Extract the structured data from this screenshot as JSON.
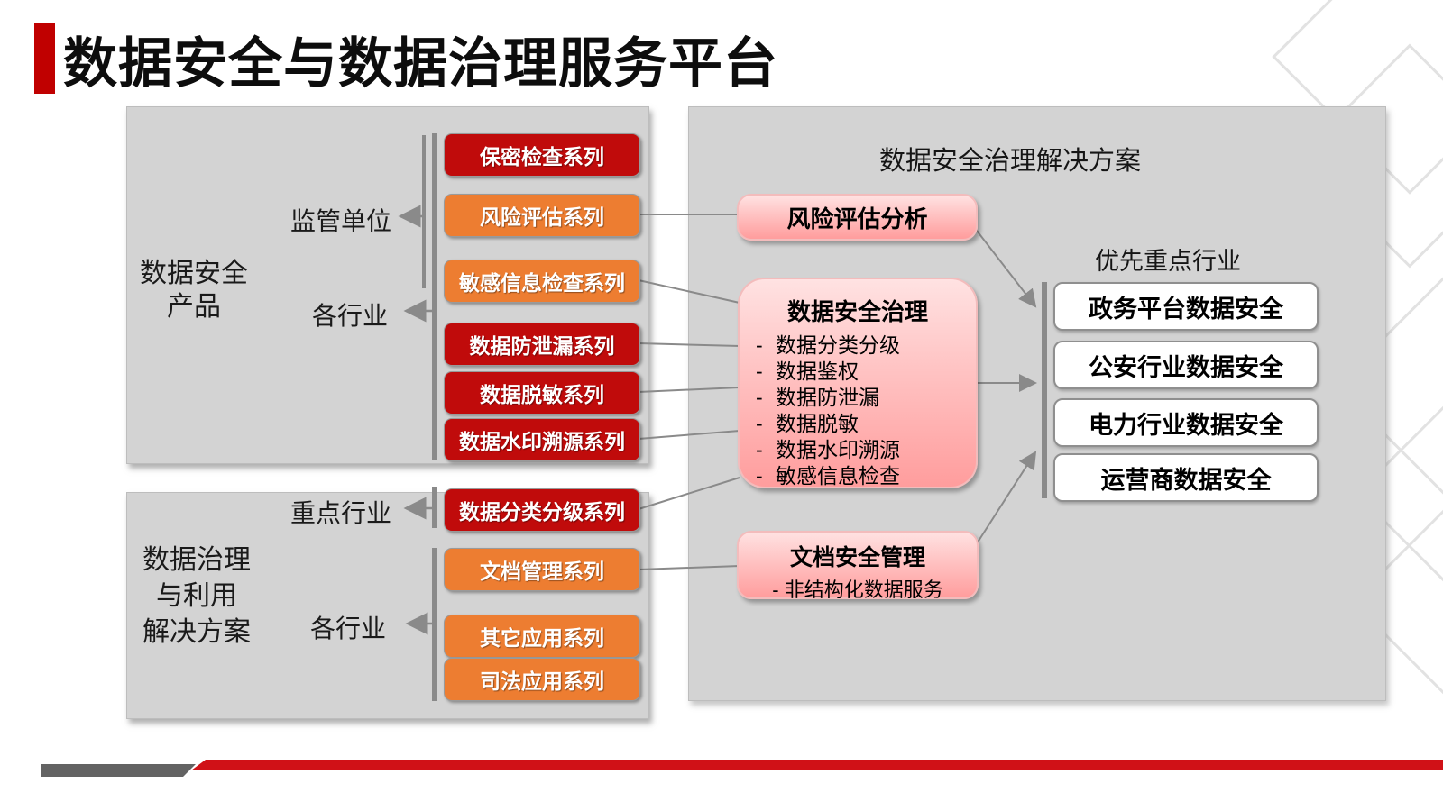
{
  "page": {
    "title": "数据安全与数据治理服务平台"
  },
  "colors": {
    "series_red": "#C00B0B",
    "series_orange": "#ED7D31",
    "panel_gray": "#D3D3D3",
    "pink_gradient_top": "#FFE2E2",
    "pink_gradient_bottom": "#FF9D9D",
    "footer_red": "#D01117",
    "footer_gray": "#636363",
    "title_bar_red": "#C00000"
  },
  "security_products_panel": {
    "label_line1": "数据安全",
    "label_line2": "产品",
    "tag_regulators": "监管单位",
    "tag_industries": "各行业",
    "buttons": [
      {
        "label": "保密检查系列",
        "color": "red"
      },
      {
        "label": "风险评估系列",
        "color": "orange"
      },
      {
        "label": "敏感信息检查系列",
        "color": "orange"
      },
      {
        "label": "数据防泄漏系列",
        "color": "red"
      },
      {
        "label": "数据脱敏系列",
        "color": "red"
      },
      {
        "label": "数据水印溯源系列",
        "color": "red"
      }
    ]
  },
  "governance_panel": {
    "label_line1": "数据治理",
    "label_line2": "与利用",
    "label_line3": "解决方案",
    "tag_key_industries": "重点行业",
    "tag_industries": "各行业",
    "buttons": [
      {
        "label": "数据分类分级系列",
        "color": "red"
      },
      {
        "label": "文档管理系列",
        "color": "orange"
      },
      {
        "label": "其它应用系列",
        "color": "orange"
      },
      {
        "label": "司法应用系列",
        "color": "orange"
      }
    ]
  },
  "solution_panel": {
    "title": "数据安全治理解决方案",
    "risk_analysis_box": {
      "label": "风险评估分析"
    },
    "data_governance_box": {
      "title": "数据安全治理",
      "bullet": "-",
      "items": [
        "数据分类分级",
        "数据鉴权",
        "数据防泄漏",
        "数据脱敏",
        "数据水印溯源",
        "敏感信息检查"
      ]
    },
    "document_security_box": {
      "title": "文档安全管理",
      "bullet": "-",
      "item": "非结构化数据服务"
    },
    "priority_industries": {
      "title": "优先重点行业",
      "items": [
        "政务平台数据安全",
        "公安行业数据安全",
        "电力行业数据安全",
        "运营商数据安全"
      ]
    }
  }
}
